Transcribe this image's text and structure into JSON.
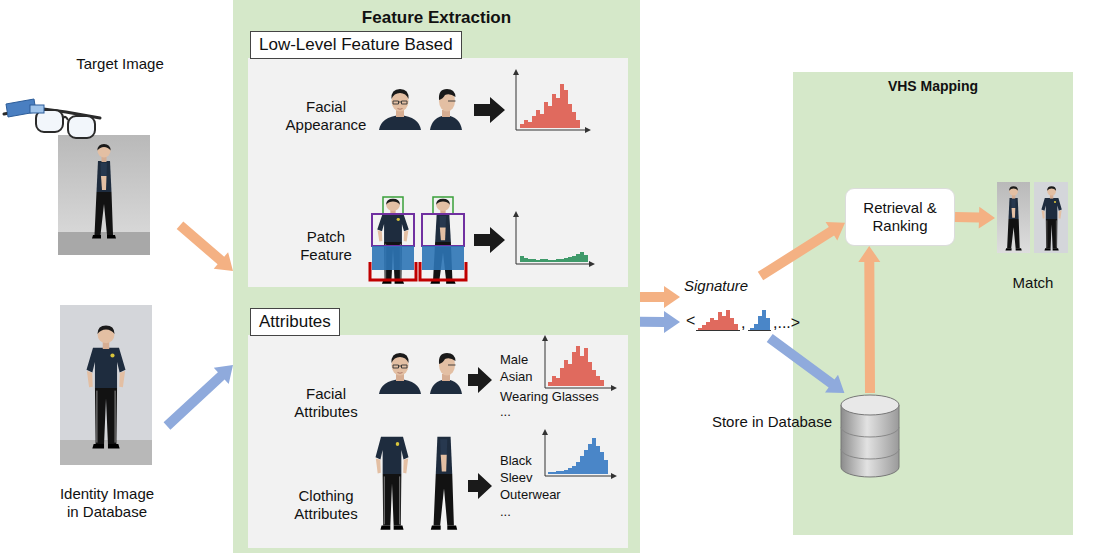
{
  "diagram": {
    "nodes": [
      {
        "text": [
          "Target Image"
        ]
      },
      {
        "text": [
          "Identity Image in Database"
        ]
      },
      {
        "text": [
          "Feature Extraction"
        ]
      },
      {
        "text": [
          "Low-Level Feature Based",
          "Facial Appearance",
          "Patch Feature"
        ],
        "in": 2
      },
      {
        "text": [
          "Attributes",
          "Facial Attributes",
          "Clothing Attributes"
        ],
        "in": 2
      },
      {
        "text": [
          "Signature"
        ]
      },
      {
        "text": [
          "VHS Mapping"
        ]
      },
      {
        "text": [
          "Retrieval & Ranking"
        ],
        "in": 6
      },
      {
        "text": [
          "Match"
        ],
        "in": 6
      },
      {
        "text": [
          "Store in Database"
        ]
      }
    ],
    "edges": [
      {
        "from": 0,
        "to": 2,
        "arrow": "to"
      },
      {
        "from": 1,
        "to": 2,
        "arrow": "to"
      },
      {
        "from": 2,
        "to": 5,
        "arrow": "to"
      },
      {
        "from": 2,
        "to": 5,
        "arrow": "to"
      },
      {
        "from": 5,
        "to": 9,
        "arrow": "to"
      },
      {
        "from": 9,
        "to": 7,
        "arrow": "to"
      },
      {
        "from": 5,
        "to": 7,
        "arrow": "to"
      },
      {
        "from": 7,
        "to": 8,
        "arrow": "to"
      }
    ],
    "labels": [
      "Male",
      "Asian",
      "Wearing Glasses",
      "...",
      "Black",
      "Sleev",
      "Outerwear",
      "...",
      "<",
      ",",
      ",...>"
    ]
  }
}
